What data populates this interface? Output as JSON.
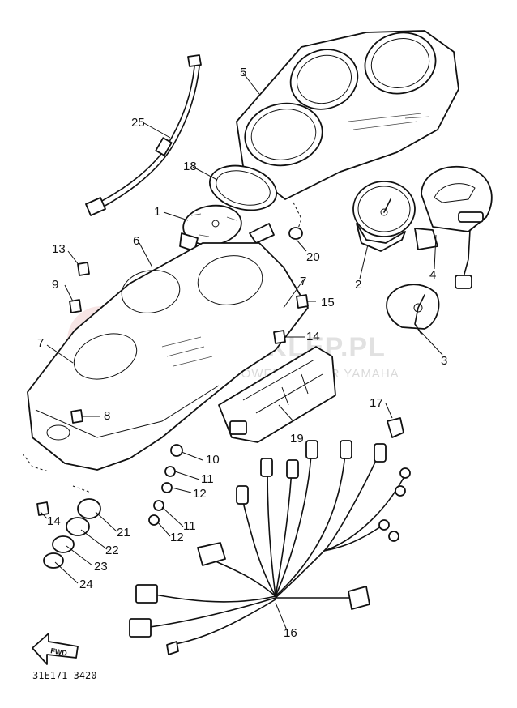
{
  "watermark": {
    "text": "YAMASKLEP.PL",
    "subtext": "IMPOWER DEALER YAMAHA"
  },
  "drawing_code": "31E171-3420",
  "direction_arrow": "FWD",
  "callouts": {
    "c1": "1",
    "c2": "2",
    "c3": "3",
    "c4": "4",
    "c5": "5",
    "c6": "6",
    "c7a": "7",
    "c7b": "7",
    "c8": "8",
    "c9": "9",
    "c10": "10",
    "c11a": "11",
    "c11b": "11",
    "c12a": "12",
    "c12b": "12",
    "c13": "13",
    "c14a": "14",
    "c14b": "14",
    "c15": "15",
    "c16": "16",
    "c17": "17",
    "c18": "18",
    "c19": "19",
    "c20": "20",
    "c21": "21",
    "c22": "22",
    "c23": "23",
    "c24": "24",
    "c25": "25"
  }
}
